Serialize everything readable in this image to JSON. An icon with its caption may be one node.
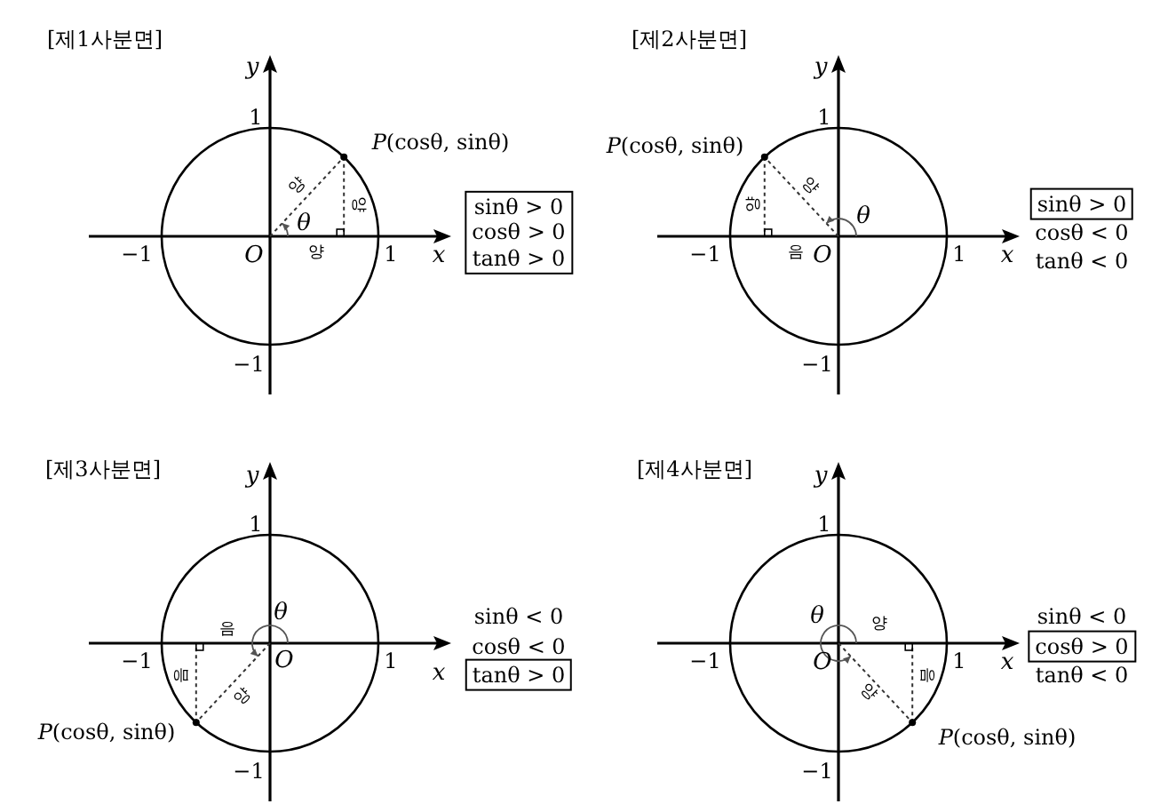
{
  "diagram": {
    "nodes": [
      {
        "text": [
          "sinθ > 0",
          "cosθ > 0",
          "tanθ > 0"
        ]
      },
      {
        "text": [
          "sinθ > 0"
        ]
      },
      {
        "text": [
          "tanθ > 0"
        ]
      },
      {
        "text": [
          "cosθ > 0"
        ]
      }
    ],
    "edges": [],
    "labels": [
      "[제1사분면]",
      "y",
      "1",
      "*P*(cosθ, sinθ)",
      "양",
      "양",
      "θ",
      "−1",
      "O",
      "양",
      "1",
      "x",
      "−1",
      "[제2사분면]",
      "y",
      "1",
      "*P*(cosθ, sinθ)",
      "양",
      "θ",
      "양",
      "−1",
      "음",
      "O",
      "1",
      "x",
      "cosθ < 0",
      "tanθ < 0",
      "−1",
      "[제3사분면]",
      "y",
      "1",
      "θ",
      "음",
      "sinθ < 0",
      "cosθ < 0",
      "−1",
      "음",
      "O",
      "1",
      "x",
      "양",
      "*P*(cosθ, sinθ)",
      "−1",
      "[제4사분면]",
      "y",
      "1",
      "θ",
      "양",
      "sinθ < 0",
      "−1",
      "O",
      "1",
      "x",
      "tanθ < 0",
      "양",
      "음",
      "*P*(cosθ, sinθ)",
      "−1"
    ]
  }
}
